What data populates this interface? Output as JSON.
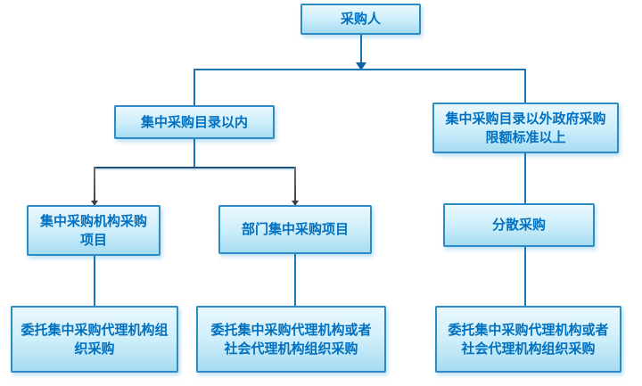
{
  "diagram": {
    "type": "flowchart",
    "nodes": [
      {
        "id": "purchaser",
        "label": "采购人"
      },
      {
        "id": "within_centralized_catalog",
        "label": "集中采购目录以内"
      },
      {
        "id": "outside_catalog_above_quota",
        "label": "集中采购目录以外政府采购\n限额标准以上"
      },
      {
        "id": "centralized_agency_projects",
        "label": "集中采购机构采购\n项目"
      },
      {
        "id": "departmental_centralized_projects",
        "label": "部门集中采购项目"
      },
      {
        "id": "decentralized_procurement",
        "label": "分散采购"
      },
      {
        "id": "entrust_centralized_agency",
        "label": "委托集中采购代理机构组\n织采购"
      },
      {
        "id": "entrust_centralized_or_social_agency_1",
        "label": "委托集中采购代理机构或者\n社会代理机构组织采购"
      },
      {
        "id": "entrust_centralized_or_social_agency_2",
        "label": "委托集中采购代理机构或者\n社会代理机构组织采购"
      }
    ],
    "edges": [
      {
        "from": "purchaser",
        "to": "within_centralized_catalog"
      },
      {
        "from": "purchaser",
        "to": "outside_catalog_above_quota"
      },
      {
        "from": "within_centralized_catalog",
        "to": "centralized_agency_projects"
      },
      {
        "from": "within_centralized_catalog",
        "to": "departmental_centralized_projects"
      },
      {
        "from": "outside_catalog_above_quota",
        "to": "decentralized_procurement"
      },
      {
        "from": "centralized_agency_projects",
        "to": "entrust_centralized_agency"
      },
      {
        "from": "departmental_centralized_projects",
        "to": "entrust_centralized_or_social_agency_1"
      },
      {
        "from": "decentralized_procurement",
        "to": "entrust_centralized_or_social_agency_2"
      }
    ]
  },
  "colors": {
    "background": "#ffffff",
    "box_border": "#2e8bc5",
    "box_fill_top": "#eaf8fe",
    "box_fill_bottom": "#a6dcf2",
    "box_text": "#0070c0",
    "line_blue": "#1b76b4",
    "line_dark_h": "#1f4e79",
    "line_dark_v": "#3f3f3f",
    "arrow": "#0f62a7"
  }
}
